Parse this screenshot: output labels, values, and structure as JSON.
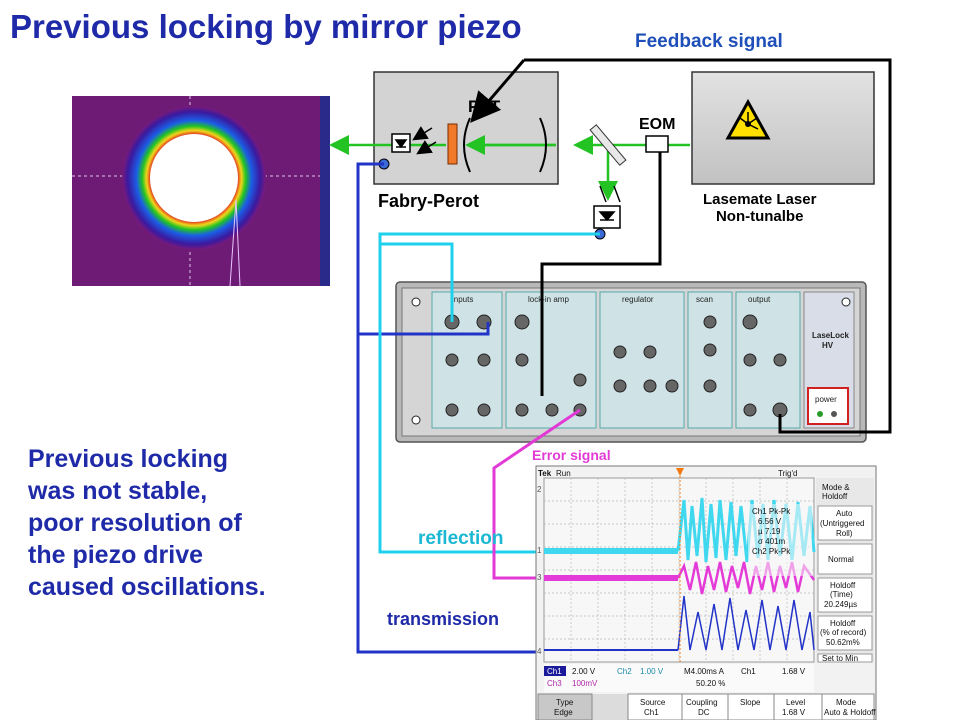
{
  "slide": {
    "title": "Previous locking by mirror piezo",
    "note_lines": [
      "Previous locking",
      "was not stable,",
      "poor resolution of",
      "the piezo drive",
      "caused oscillations."
    ]
  },
  "labels": {
    "feedback_signal": "Feedback signal",
    "pzt": "PZT",
    "eom": "EOM",
    "fabry_perot": "Fabry-Perot",
    "laser_line1": "Lasemate Laser",
    "laser_line2": "Non-tunalbe",
    "error_signal": "Error signal",
    "reflection": "reflection",
    "transmission": "transmission"
  },
  "laselock": {
    "sections": [
      "inputs",
      "lock-in amp",
      "regulator",
      "scan",
      "output"
    ],
    "brand": "LaseLock",
    "model": "HV",
    "power": "power"
  },
  "oscilloscope": {
    "tek": "Tek",
    "run": "Run",
    "trig": "Trig'd",
    "menu": [
      {
        "line1": "Mode &",
        "line2": "Holdoff",
        "line3": ""
      },
      {
        "line1": "Auto",
        "line2": "(Untriggered",
        "line3": "Roll)"
      },
      {
        "line1": "Normal",
        "line2": "",
        "line3": ""
      },
      {
        "line1": "Holdoff",
        "line2": "(Time)",
        "line3": "20.249µs"
      },
      {
        "line1": "Holdoff",
        "line2": "(% of record)",
        "line3": "50.62m%"
      },
      {
        "line1": "Set to Min",
        "line2": "",
        "line3": ""
      }
    ],
    "readout": {
      "ch1": "Ch1",
      "ch1_scale": "2.00 V",
      "ch2": "Ch2",
      "ch2_scale": "1.00 V",
      "timebase": "M4.00ms A",
      "trig_src": "Ch1",
      "trig_level": "1.68 V",
      "ch3": "Ch3",
      "ch3_scale": "100mV",
      "position": "50.20 %"
    },
    "measurements": [
      "Ch1 Pk-Pk",
      "6.56 V",
      "µ 7.19",
      "σ 401m",
      "Ch2 Pk-Pk"
    ],
    "bottom_buttons": [
      {
        "line1": "Type",
        "line2": "Edge"
      },
      {
        "line1": "Source",
        "line2": "Ch1"
      },
      {
        "line1": "Coupling",
        "line2": "DC"
      },
      {
        "line1": "Slope",
        "line2": ""
      },
      {
        "line1": "Level",
        "line2": "1.68 V"
      },
      {
        "line1": "Mode",
        "line2": "Auto & Holdoff"
      }
    ],
    "channel_markers": [
      "2",
      "1",
      "3",
      "4"
    ]
  },
  "colors": {
    "title_blue": "#1f2aa8",
    "transmission_blue": "#1f2aa8",
    "reflection_cyan": "#1ab8d2",
    "error_magenta": "#e23ad6",
    "feedback_black": "#000000",
    "beam_green": "#22c322"
  }
}
